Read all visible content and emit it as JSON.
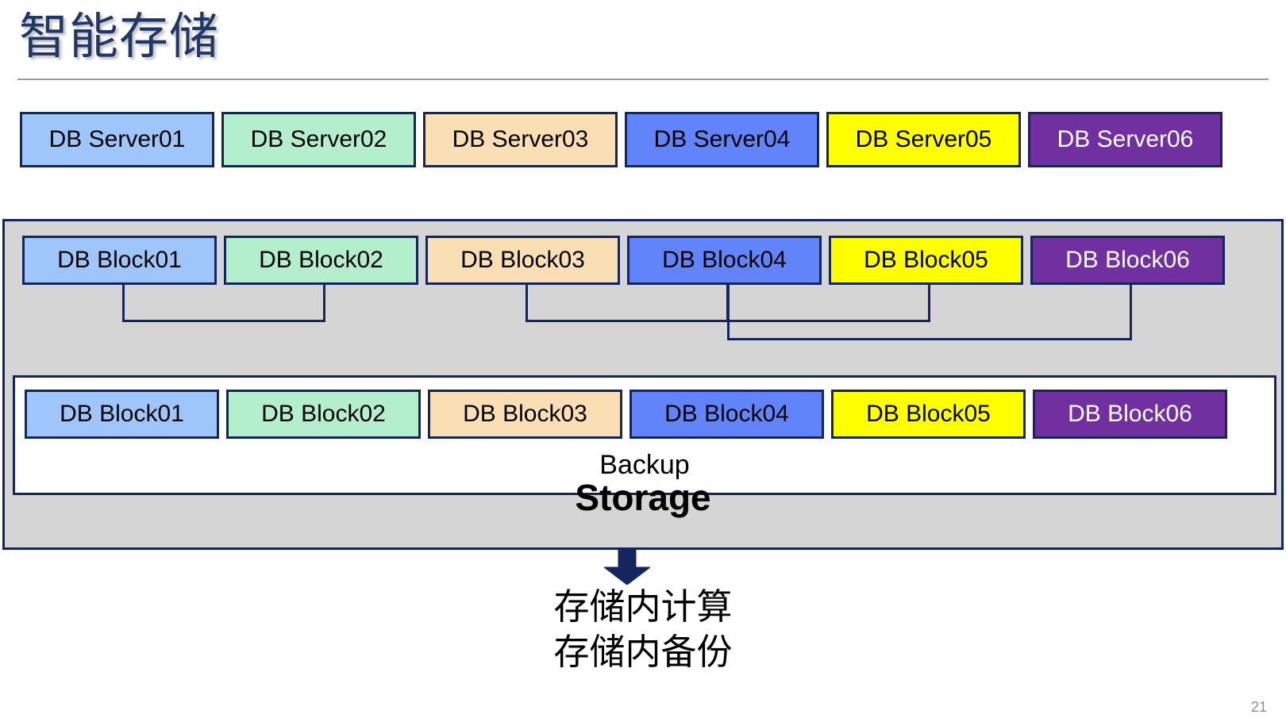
{
  "slide": {
    "title": "智能存储",
    "page_number": "21",
    "title_color": "#1F3864",
    "rule_color": "#9A9A9A",
    "border_color": "#13275E"
  },
  "palette": {
    "light_blue": "#9EC6FB",
    "light_green": "#B4EFCD",
    "peach": "#FADFB4",
    "royal_blue": "#6184FB",
    "yellow": "#FFFF00",
    "purple": "#7030A0",
    "storage_gray": "#D5D5D5",
    "backup_white": "#FFFFFF"
  },
  "server_row": {
    "name": "DB Servers",
    "items": [
      {
        "label": "DB Server01",
        "fill": "#9EC6FB",
        "text": "#000000"
      },
      {
        "label": "DB Server02",
        "fill": "#B4EFCD",
        "text": "#000000"
      },
      {
        "label": "DB Server03",
        "fill": "#FADFB4",
        "text": "#000000"
      },
      {
        "label": "DB Server04",
        "fill": "#6184FB",
        "text": "#000000"
      },
      {
        "label": "DB Server05",
        "fill": "#FFFF00",
        "text": "#000000"
      },
      {
        "label": "DB Server06",
        "fill": "#7030A0",
        "text": "#FFFFFF"
      }
    ]
  },
  "storage": {
    "label": "Storage",
    "fill": "#D5D5D5",
    "primary_blocks": [
      {
        "label": "DB Block01",
        "fill": "#9EC6FB",
        "text": "#000000"
      },
      {
        "label": "DB Block02",
        "fill": "#B4EFCD",
        "text": "#000000"
      },
      {
        "label": "DB Block03",
        "fill": "#FADFB4",
        "text": "#000000"
      },
      {
        "label": "DB Block04",
        "fill": "#6184FB",
        "text": "#000000"
      },
      {
        "label": "DB Block05",
        "fill": "#FFFF00",
        "text": "#000000"
      },
      {
        "label": "DB Block06",
        "fill": "#7030A0",
        "text": "#FFFFFF"
      }
    ],
    "connectors": [
      {
        "from": "DB Block01",
        "to": "DB Block02"
      },
      {
        "from": "DB Block03",
        "to": "DB Block04"
      },
      {
        "from": "DB Block04",
        "to": "DB Block05"
      },
      {
        "from": "DB Block04",
        "to": "DB Block06"
      }
    ],
    "arrow": {
      "direction": "down",
      "color": "#13275E"
    },
    "backup": {
      "label": "Backup",
      "fill": "#FFFFFF",
      "blocks": [
        {
          "label": "DB Block01",
          "fill": "#9EC6FB",
          "text": "#000000"
        },
        {
          "label": "DB Block02",
          "fill": "#B4EFCD",
          "text": "#000000"
        },
        {
          "label": "DB Block03",
          "fill": "#FADFB4",
          "text": "#000000"
        },
        {
          "label": "DB Block04",
          "fill": "#6184FB",
          "text": "#000000"
        },
        {
          "label": "DB Block05",
          "fill": "#FFFF00",
          "text": "#000000"
        },
        {
          "label": "DB Block06",
          "fill": "#7030A0",
          "text": "#FFFFFF"
        }
      ]
    }
  },
  "caption": {
    "line1": "存储内计算",
    "line2": "存储内备份"
  }
}
